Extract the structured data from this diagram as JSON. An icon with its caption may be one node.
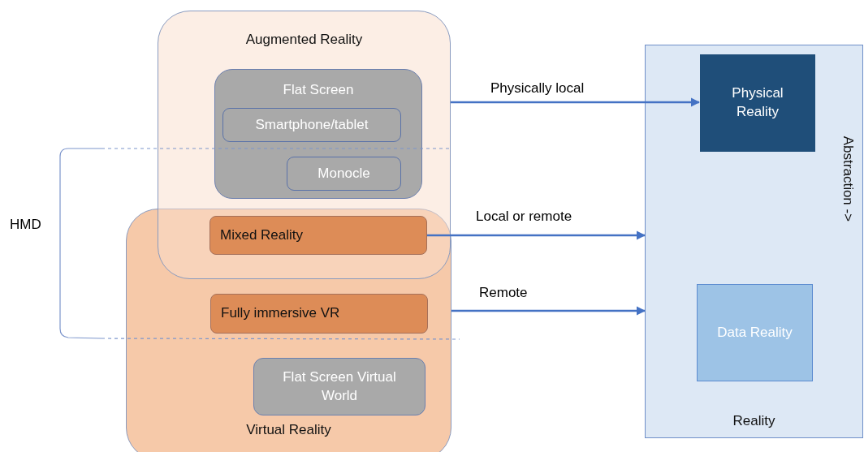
{
  "diagram": {
    "nodes": [
      {
        "text": [
          "Augmented Reality"
        ]
      },
      {
        "text": [
          "Flat Screen"
        ],
        "in": 0
      },
      {
        "text": [
          "Smartphone/tablet"
        ],
        "in": 1
      },
      {
        "text": [
          "Monocle"
        ],
        "in": 1
      },
      {
        "text": [
          "Virtual Reality"
        ]
      },
      {
        "text": [
          "Mixed  Reality"
        ]
      },
      {
        "text": [
          "Fully immersive VR"
        ],
        "in": 4
      },
      {
        "text": [
          "Flat Screen Virtual World"
        ],
        "in": 4
      },
      {
        "text": [
          "Reality",
          "Abstraction ->"
        ]
      },
      {
        "text": [
          "Physical Reality"
        ],
        "in": 8
      },
      {
        "text": [
          "Data Reality"
        ],
        "in": 8
      }
    ],
    "edges": [
      {
        "from": 0,
        "to": 9,
        "arrow": "to",
        "label": "Physically local"
      },
      {
        "from": 5,
        "to": 8,
        "arrow": "to",
        "label": "Local or remote"
      },
      {
        "from": 4,
        "to": 8,
        "arrow": "to",
        "label": "Remote"
      }
    ],
    "labels": [
      "HMD"
    ]
  }
}
